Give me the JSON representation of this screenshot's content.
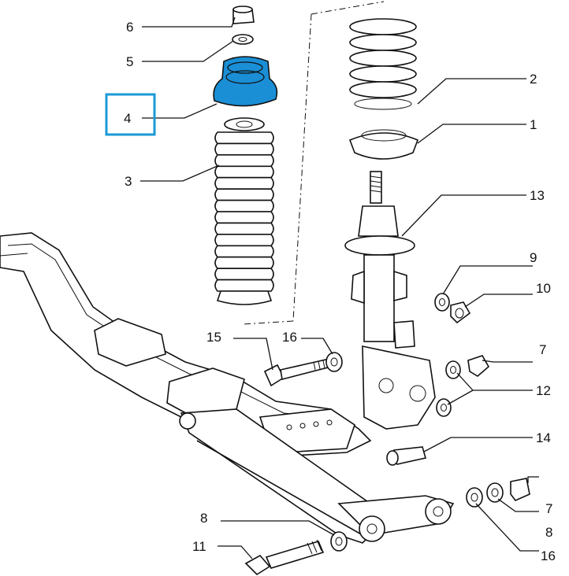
{
  "highlight": {
    "part_fill": "#1a8fd6",
    "box_stroke": "#1a9ad6"
  },
  "callouts": [
    {
      "id": "c6",
      "text": "6"
    },
    {
      "id": "c5",
      "text": "5"
    },
    {
      "id": "c4",
      "text": "4"
    },
    {
      "id": "c3",
      "text": "3"
    },
    {
      "id": "c2",
      "text": "2"
    },
    {
      "id": "c1",
      "text": "1"
    },
    {
      "id": "c13",
      "text": "13"
    },
    {
      "id": "c9",
      "text": "9"
    },
    {
      "id": "c10",
      "text": "10"
    },
    {
      "id": "c15",
      "text": "15"
    },
    {
      "id": "c16a",
      "text": "16"
    },
    {
      "id": "c7a",
      "text": "7"
    },
    {
      "id": "c12",
      "text": "12"
    },
    {
      "id": "c14",
      "text": "14"
    },
    {
      "id": "c7b",
      "text": "7"
    },
    {
      "id": "c8a",
      "text": "8"
    },
    {
      "id": "c8b",
      "text": "8"
    },
    {
      "id": "c11",
      "text": "11"
    },
    {
      "id": "c16b",
      "text": "16"
    }
  ]
}
